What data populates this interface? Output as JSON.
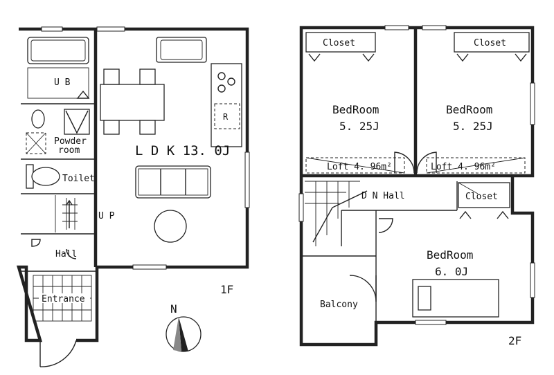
{
  "floor1": {
    "caption": "1F",
    "rooms": {
      "ub": "U B",
      "powder_line1": "Powder",
      "powder_line2": "room",
      "toilet": "Toilet",
      "up": "U P",
      "hall": "Hall",
      "entrance": "Entrance",
      "ldk": "L D K 13. 0J"
    }
  },
  "floor2": {
    "caption": "2F",
    "rooms": {
      "closet_left": "Closet",
      "closet_right": "Closet",
      "closet_mid": "Closet",
      "bedroom_left_name": "BedRoom",
      "bedroom_left_size": "5. 25J",
      "bedroom_right_name": "BedRoom",
      "bedroom_right_size": "5. 25J",
      "loft_left": "Loft 4. 96m²",
      "loft_right": "Loft 4. 96m²",
      "dn_hall": "D N   Hall",
      "bedroom_bottom_name": "BedRoom",
      "bedroom_bottom_size": "6. 0J",
      "balcony": "Balcony"
    }
  },
  "compass": {
    "label": "N"
  }
}
